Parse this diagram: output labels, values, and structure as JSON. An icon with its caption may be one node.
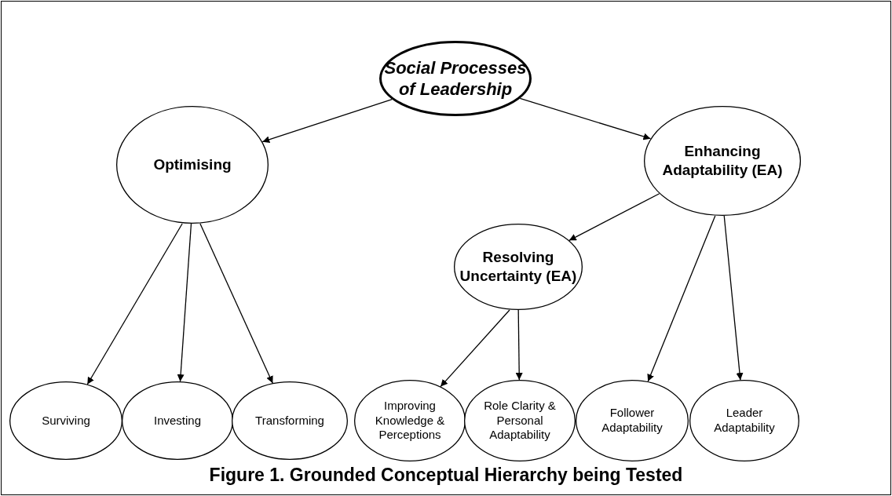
{
  "diagram": {
    "caption": "Figure 1. Grounded Conceptual Hierarchy being Tested",
    "nodes": [
      {
        "text": [
          "Social Processes of Leadership"
        ]
      },
      {
        "text": [
          "Optimising"
        ]
      },
      {
        "text": [
          "Enhancing Adaptability (EA)"
        ]
      },
      {
        "text": [
          "Resolving Uncertainty (EA)"
        ]
      },
      {
        "text": [
          "Surviving"
        ]
      },
      {
        "text": [
          "Investing"
        ]
      },
      {
        "text": [
          "Transforming"
        ]
      },
      {
        "text": [
          "Improving Knowledge & Perceptions"
        ]
      },
      {
        "text": [
          "Role Clarity & Personal Adaptability"
        ]
      },
      {
        "text": [
          "Follower Adaptability"
        ]
      },
      {
        "text": [
          "Leader Adaptability"
        ]
      }
    ],
    "edges": [
      {
        "from": 0,
        "to": 1,
        "arrow": "to"
      },
      {
        "from": 0,
        "to": 2,
        "arrow": "to"
      },
      {
        "from": 1,
        "to": 4,
        "arrow": "to"
      },
      {
        "from": 1,
        "to": 5,
        "arrow": "to"
      },
      {
        "from": 1,
        "to": 6,
        "arrow": "to"
      },
      {
        "from": 2,
        "to": 3,
        "arrow": "to"
      },
      {
        "from": 3,
        "to": 7,
        "arrow": "to"
      },
      {
        "from": 3,
        "to": 8,
        "arrow": "to"
      },
      {
        "from": 2,
        "to": 9,
        "arrow": "to"
      },
      {
        "from": 2,
        "to": 10,
        "arrow": "to"
      }
    ]
  }
}
